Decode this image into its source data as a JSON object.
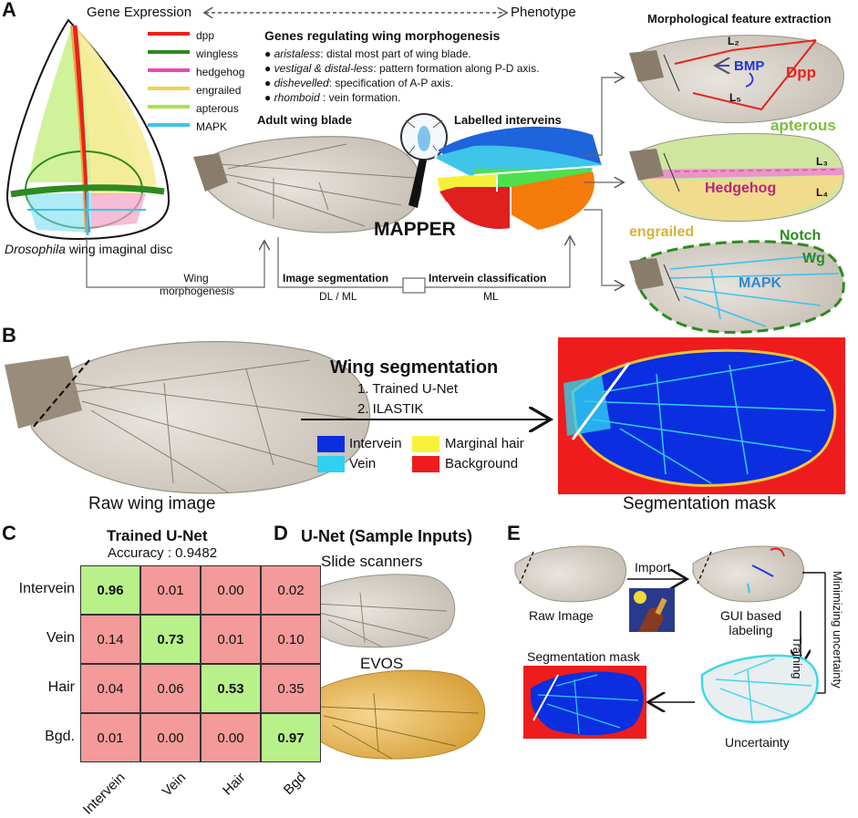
{
  "panels": {
    "a": "A",
    "b": "B",
    "c": "C",
    "d": "D",
    "e": "E"
  },
  "panel_a": {
    "gene_expression_label": "Gene Expression",
    "phenotype_label": "Phenotype",
    "legend": [
      {
        "name": "dpp",
        "color": "#e8231b"
      },
      {
        "name": "wingless",
        "color": "#2c8a1e"
      },
      {
        "name": "hedgehog",
        "color": "#e84ab8"
      },
      {
        "name": "engrailed",
        "color": "#f2d24a"
      },
      {
        "name": "apterous",
        "color": "#a8e34a"
      },
      {
        "name": "MAPK",
        "color": "#3cc3ee"
      }
    ],
    "genes_title": "Genes regulating wing morphogenesis",
    "genes": [
      {
        "name": "aristaless",
        "desc": ": distal most part of wing blade."
      },
      {
        "name": "vestigal & distal-less",
        "desc": ": pattern formation along P-D axis."
      },
      {
        "name": "dishevelled",
        "desc": ": specification of A-P axis."
      },
      {
        "name": "rhomboid",
        "desc": " : vein formation."
      }
    ],
    "disc_caption_italic": "Drosophila",
    "disc_caption_rest": " wing imaginal disc",
    "adult_wing_label": "Adult wing blade",
    "labelled_interveins": "Labelled interveins",
    "mapper": "MAPPER",
    "wing_morpho_line1": "Wing",
    "wing_morpho_line2": "morphogenesis",
    "image_segmentation": "Image segmentation",
    "dl_ml": "DL / ML",
    "intervein_classification": "Intervein classification",
    "ml": "ML",
    "feature_title": "Morphological feature extraction",
    "feature_labels": {
      "l2": "L₂",
      "l5": "L₅",
      "bmp": "BMP",
      "dpp": "Dpp",
      "apterous": "apterous",
      "l3": "L₃",
      "l4": "L₄",
      "hedgehog": "Hedgehog",
      "engrailed": "engrailed",
      "notch": "Notch",
      "wg": "Wg",
      "mapk": "MAPK"
    }
  },
  "panel_b": {
    "title": "Wing segmentation",
    "steps": [
      "1. Trained U-Net",
      "2. ILASTIK"
    ],
    "legend": [
      {
        "name": "Intervein",
        "color": "#0a2ee0"
      },
      {
        "name": "Marginal hair",
        "color": "#f7f33a"
      },
      {
        "name": "Vein",
        "color": "#2fd0f0"
      },
      {
        "name": "Background",
        "color": "#ee1c1c"
      }
    ],
    "raw_label": "Raw wing image",
    "mask_label": "Segmentation mask"
  },
  "panel_c": {
    "title": "Trained U-Net",
    "accuracy": "Accuracy : 0.9482",
    "rows": [
      "Intervein",
      "Vein",
      "Hair",
      "Bgd."
    ],
    "cols": [
      "Intervein",
      "Vein",
      "Hair",
      "Bgd"
    ],
    "matrix": [
      [
        "0.96",
        "0.01",
        "0.00",
        "0.02"
      ],
      [
        "0.14",
        "0.73",
        "0.01",
        "0.10"
      ],
      [
        "0.04",
        "0.06",
        "0.53",
        "0.35"
      ],
      [
        "0.01",
        "0.00",
        "0.00",
        "0.97"
      ]
    ],
    "diag_color": "#b8f08a",
    "off_color": "#f49a9a"
  },
  "panel_d": {
    "title": "U-Net (Sample Inputs)",
    "slide": "Slide scanners",
    "evos": "EVOS"
  },
  "panel_e": {
    "raw_image": "Raw Image",
    "import": "Import",
    "gui1": "GUI based",
    "gui2": "labeling",
    "training": "Training",
    "min_unc": "Minimizing uncertainty",
    "seg_mask": "Segmentation mask",
    "uncertainty": "Uncertainty"
  }
}
